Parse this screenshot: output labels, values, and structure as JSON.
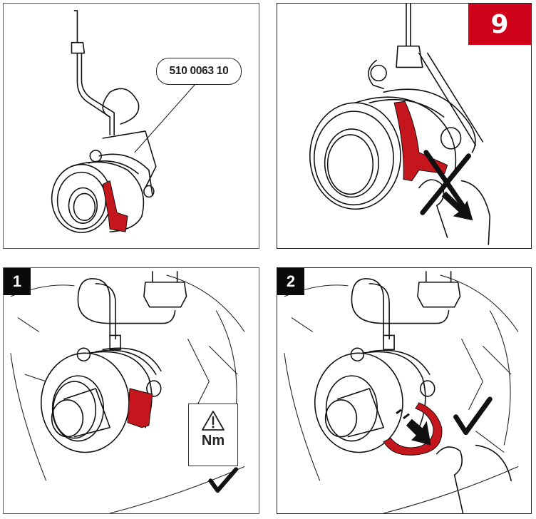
{
  "document": {
    "page_number": "9",
    "accent_color": "#d0021b",
    "step_badge_color": "#0a0a0a"
  },
  "panels": [
    {
      "id": "overview",
      "part_number_label": "510 0063 10",
      "description": "Concentric slave cylinder with red transport retainer clip"
    },
    {
      "id": "do-not-remove",
      "description": "Crossed-out hand pulling red retainer clip (do not remove)",
      "icons": [
        "cross-mark-icon",
        "arrow-icon"
      ]
    },
    {
      "id": "step-1",
      "step_number": "1",
      "description": "Slave cylinder installed on gearbox with retainer clip in place",
      "torque_box": {
        "warning_symbol": "⚠",
        "unit_label": "Nm"
      },
      "icons": [
        "check-mark-icon"
      ]
    },
    {
      "id": "step-2",
      "step_number": "2",
      "description": "Hand removing red retainer clip after installation",
      "icons": [
        "arrow-icon",
        "check-mark-icon"
      ]
    }
  ]
}
